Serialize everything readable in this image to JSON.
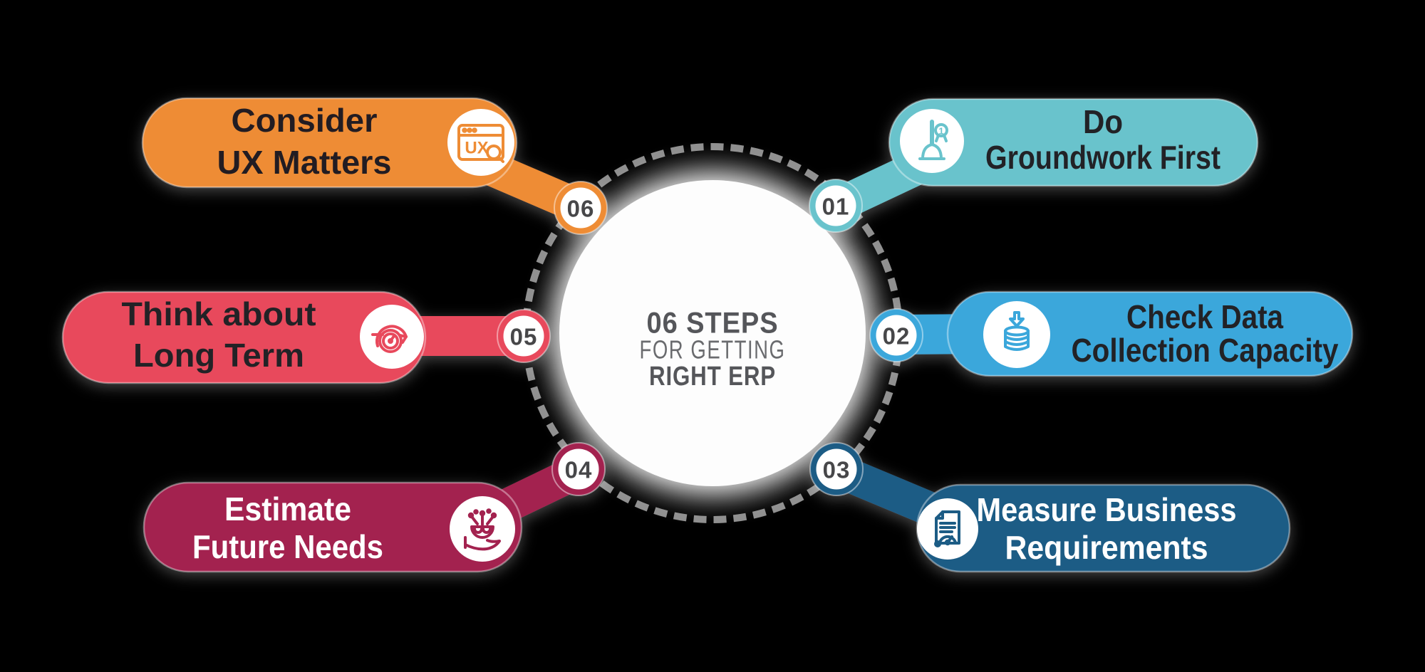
{
  "background": "#000000",
  "center": {
    "title_line1": "06 STEPS",
    "title_line2": "FOR GETTING",
    "title_line3": "RIGHT ERP",
    "title_color": "#55565A",
    "subtitle_color": "#6A6B6E",
    "circle_color": "#FDFDFD"
  },
  "ring": {
    "color": "#A0A0A0"
  },
  "badge": {
    "number_color": "#47474A",
    "fill": "#FFFFFF"
  },
  "steps": [
    {
      "number": "01",
      "label_line1": "Do",
      "label_line2": "Groundwork First",
      "color": "#69C3CC",
      "label_color": "#232326",
      "icon": "award-first-place-icon",
      "icon_text": "1"
    },
    {
      "number": "02",
      "label_line1": "Check Data",
      "label_line2": "Collection Capacity",
      "color": "#3AA7DB",
      "label_color": "#232326",
      "icon": "database-download-icon"
    },
    {
      "number": "03",
      "label_line1": "Measure Business",
      "label_line2": "Requirements",
      "color": "#1F5C85",
      "label_color": "#FFFFFF",
      "icon": "document-gauge-icon"
    },
    {
      "number": "04",
      "label_line1": "Estimate",
      "label_line2": "Future Needs",
      "color": "#A32350",
      "label_color": "#FFFFFF",
      "icon": "hand-growth-icon"
    },
    {
      "number": "05",
      "label_line1": "Think about",
      "label_line2": "Long Term",
      "color": "#E8495C",
      "label_color": "#232326",
      "icon": "stopwatch-arrow-icon"
    },
    {
      "number": "06",
      "label_line1": "Consider",
      "label_line2": "UX Matters",
      "color": "#EE8C36",
      "label_color": "#231F20",
      "icon": "ux-browser-search-icon",
      "icon_text": "UX"
    }
  ]
}
